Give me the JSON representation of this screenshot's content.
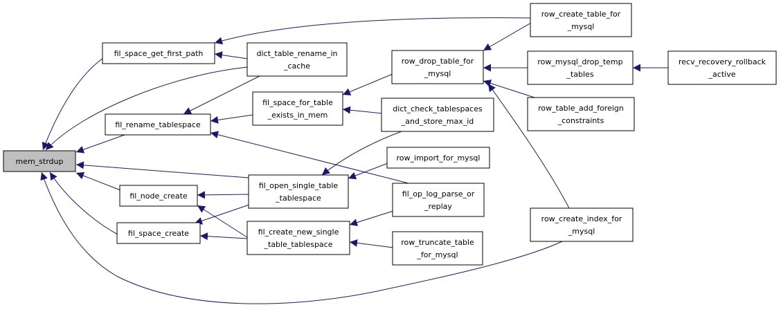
{
  "colors": {
    "edge": "#191970",
    "node_border": "#000000",
    "root_fill": "#bfbfbf",
    "background": "#ffffff"
  },
  "nodes": {
    "mem_strdup": [
      "mem_strdup"
    ],
    "fil_space_get_first_path": [
      "fil_space_get_first_path"
    ],
    "fil_rename_tablespace": [
      "fil_rename_tablespace"
    ],
    "fil_node_create": [
      "fil_node_create"
    ],
    "fil_space_create": [
      "fil_space_create"
    ],
    "dict_table_rename_in_cache": [
      "dict_table_rename_in",
      "_cache"
    ],
    "fil_space_for_table_exists_in_mem": [
      "fil_space_for_table",
      "_exists_in_mem"
    ],
    "fil_open_single_table_tablespace": [
      "fil_open_single_table",
      "_tablespace"
    ],
    "fil_create_new_single_table_tablespace": [
      "fil_create_new_single",
      "_table_tablespace"
    ],
    "row_drop_table_for_mysql": [
      "row_drop_table_for",
      "_mysql"
    ],
    "dict_check_tablespaces_and_store_max_id": [
      "dict_check_tablespaces",
      "_and_store_max_id"
    ],
    "row_import_for_mysql": [
      "row_import_for_mysql"
    ],
    "fil_op_log_parse_or_replay": [
      "fil_op_log_parse_or",
      "_replay"
    ],
    "row_truncate_table_for_mysql": [
      "row_truncate_table",
      "_for_mysql"
    ],
    "row_create_table_for_mysql": [
      "row_create_table_for",
      "_mysql"
    ],
    "row_mysql_drop_temp_tables": [
      "row_mysql_drop_temp",
      "_tables"
    ],
    "row_table_add_foreign_constraints": [
      "row_table_add_foreign",
      "_constraints"
    ],
    "row_create_index_for_mysql": [
      "row_create_index_for",
      "_mysql"
    ],
    "recv_recovery_rollback_active": [
      "recv_recovery_rollback",
      "_active"
    ]
  },
  "edges": [
    [
      "fil_space_get_first_path",
      "mem_strdup"
    ],
    [
      "dict_table_rename_in_cache",
      "mem_strdup"
    ],
    [
      "fil_rename_tablespace",
      "mem_strdup"
    ],
    [
      "fil_open_single_table_tablespace",
      "mem_strdup"
    ],
    [
      "fil_node_create",
      "mem_strdup"
    ],
    [
      "fil_space_create",
      "mem_strdup"
    ],
    [
      "row_create_index_for_mysql",
      "mem_strdup"
    ],
    [
      "row_create_table_for_mysql",
      "fil_space_get_first_path"
    ],
    [
      "dict_table_rename_in_cache",
      "fil_space_get_first_path"
    ],
    [
      "dict_table_rename_in_cache",
      "fil_rename_tablespace"
    ],
    [
      "fil_space_for_table_exists_in_mem",
      "fil_rename_tablespace"
    ],
    [
      "fil_op_log_parse_or_replay",
      "fil_rename_tablespace"
    ],
    [
      "fil_open_single_table_tablespace",
      "fil_node_create"
    ],
    [
      "fil_create_new_single_table_tablespace",
      "fil_node_create"
    ],
    [
      "fil_open_single_table_tablespace",
      "fil_space_create"
    ],
    [
      "fil_create_new_single_table_tablespace",
      "fil_space_create"
    ],
    [
      "row_drop_table_for_mysql",
      "fil_space_for_table_exists_in_mem"
    ],
    [
      "dict_check_tablespaces_and_store_max_id",
      "fil_space_for_table_exists_in_mem"
    ],
    [
      "dict_check_tablespaces_and_store_max_id",
      "fil_open_single_table_tablespace"
    ],
    [
      "row_import_for_mysql",
      "fil_open_single_table_tablespace"
    ],
    [
      "fil_op_log_parse_or_replay",
      "fil_create_new_single_table_tablespace"
    ],
    [
      "row_truncate_table_for_mysql",
      "fil_create_new_single_table_tablespace"
    ],
    [
      "row_create_table_for_mysql",
      "row_drop_table_for_mysql"
    ],
    [
      "row_mysql_drop_temp_tables",
      "row_drop_table_for_mysql"
    ],
    [
      "row_table_add_foreign_constraints",
      "row_drop_table_for_mysql"
    ],
    [
      "row_create_index_for_mysql",
      "row_drop_table_for_mysql"
    ],
    [
      "recv_recovery_rollback_active",
      "row_mysql_drop_temp_tables"
    ]
  ]
}
